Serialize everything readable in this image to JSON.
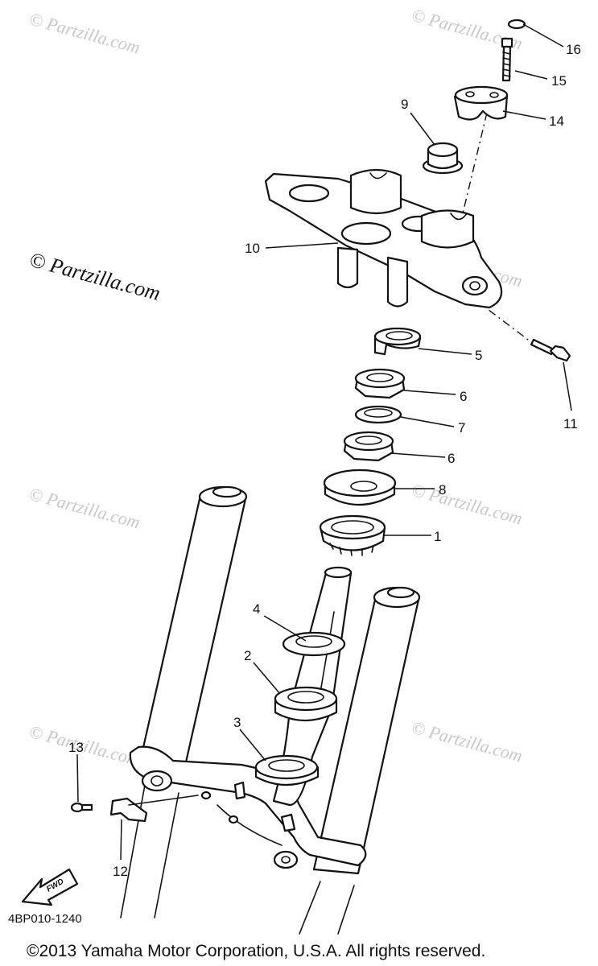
{
  "watermark": {
    "text": "© Partzilla.com",
    "main_text": "© Partzilla.com"
  },
  "callouts": [
    {
      "id": "1",
      "label": "1"
    },
    {
      "id": "2",
      "label": "2"
    },
    {
      "id": "3",
      "label": "3"
    },
    {
      "id": "4",
      "label": "4"
    },
    {
      "id": "5",
      "label": "5"
    },
    {
      "id": "6a",
      "label": "6"
    },
    {
      "id": "6b",
      "label": "6"
    },
    {
      "id": "7",
      "label": "7"
    },
    {
      "id": "8",
      "label": "8"
    },
    {
      "id": "9",
      "label": "9"
    },
    {
      "id": "10",
      "label": "10"
    },
    {
      "id": "11",
      "label": "11"
    },
    {
      "id": "12",
      "label": "12"
    },
    {
      "id": "13",
      "label": "13"
    },
    {
      "id": "14",
      "label": "14"
    },
    {
      "id": "15",
      "label": "15"
    },
    {
      "id": "16",
      "label": "16"
    }
  ],
  "fwd_label": "FWD",
  "diagram_code": "4BP010-1240",
  "copyright": "©2013 Yamaha Motor Corporation, U.S.A. All rights reserved."
}
